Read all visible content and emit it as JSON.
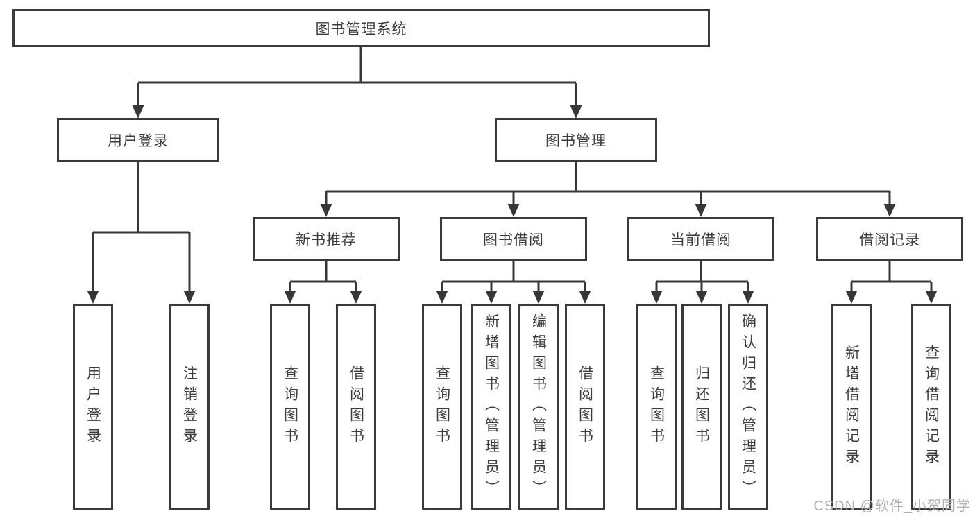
{
  "tree": {
    "root": {
      "label": "图书管理系统"
    },
    "branches": [
      {
        "label": "用户登录",
        "children": [
          {
            "label": "用户登录"
          },
          {
            "label": "注销登录"
          }
        ]
      },
      {
        "label": "图书管理",
        "children": [
          {
            "label": "新书推荐",
            "children": [
              {
                "label": "查询图书"
              },
              {
                "label": "借阅图书"
              }
            ]
          },
          {
            "label": "图书借阅",
            "children": [
              {
                "label": "查询图书"
              },
              {
                "label": "新增图书（管理员）"
              },
              {
                "label": "编辑图书（管理员）"
              },
              {
                "label": "借阅图书"
              }
            ]
          },
          {
            "label": "当前借阅",
            "children": [
              {
                "label": "查询图书"
              },
              {
                "label": "归还图书"
              },
              {
                "label": "确认归还（管理员）"
              }
            ]
          },
          {
            "label": "借阅记录",
            "children": [
              {
                "label": "新增借阅记录"
              },
              {
                "label": "查询借阅记录"
              }
            ]
          }
        ]
      }
    ]
  },
  "watermark": {
    "text": "CSDN @软件_小贺同学",
    "color": "#b0b0b0"
  },
  "colors": {
    "line": "#373737",
    "box_border": "#3a3a3a",
    "text": "#3c3c3c",
    "background": "#ffffff"
  }
}
